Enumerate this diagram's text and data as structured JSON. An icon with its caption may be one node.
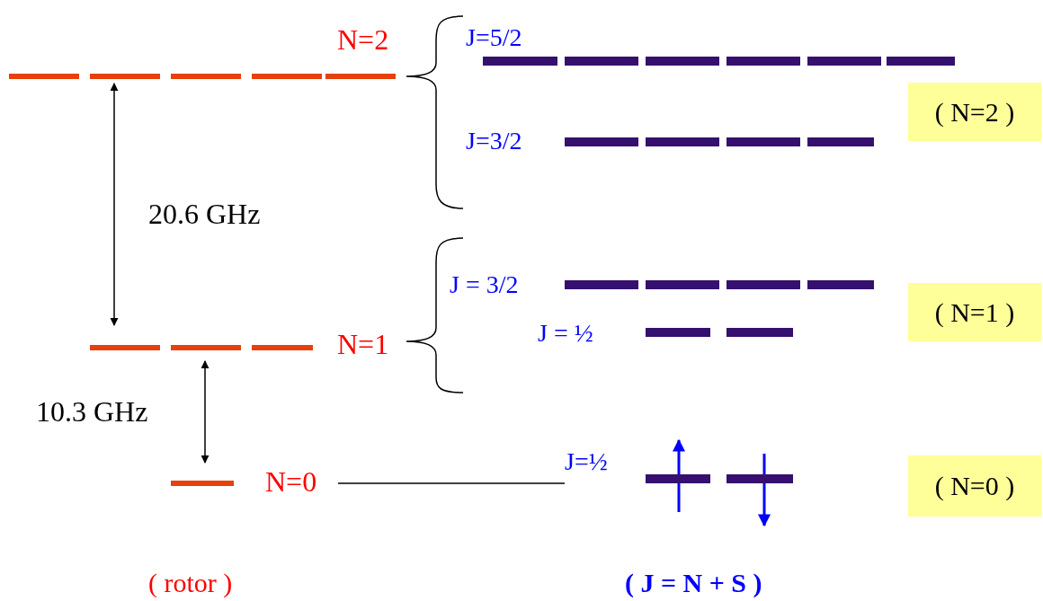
{
  "diagram": {
    "nodes": [
      {
        "text": [
          "N=2"
        ]
      },
      {
        "text": [
          "N=1"
        ]
      },
      {
        "text": [
          "N=0"
        ]
      },
      {
        "text": [
          "J=5/2"
        ]
      },
      {
        "text": [
          "J=3/2"
        ]
      },
      {
        "text": [
          "J = 3/2"
        ]
      },
      {
        "text": [
          "J = ½"
        ]
      },
      {
        "text": [
          "J=½"
        ]
      },
      {
        "text": [
          "( N=2 )"
        ]
      },
      {
        "text": [
          "( N=1 )"
        ]
      },
      {
        "text": [
          "( N=0 )"
        ]
      }
    ],
    "edges": [
      {
        "from": 0,
        "to": 1,
        "arrow": "both",
        "label": "20.6 GHz"
      },
      {
        "from": 1,
        "to": 2,
        "arrow": "both",
        "label": "10.3 GHz"
      },
      {
        "from": 2,
        "to": 7,
        "arrow": "none"
      }
    ],
    "labels": [
      "( rotor )",
      "( J = N + S )"
    ]
  }
}
